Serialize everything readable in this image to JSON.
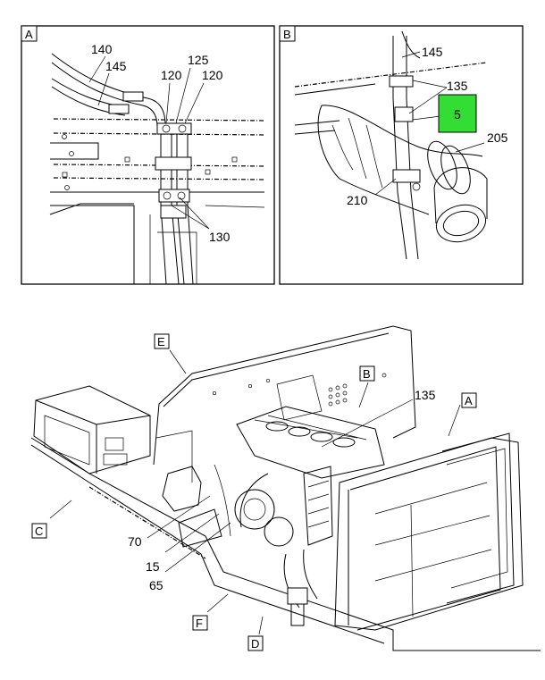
{
  "detail_a": {
    "letter": "A",
    "callouts": {
      "c140": "140",
      "c145": "145",
      "c120_left": "120",
      "c125": "125",
      "c120_right": "120",
      "c130": "130"
    }
  },
  "detail_b": {
    "letter": "B",
    "callouts": {
      "c145": "145",
      "c135": "135",
      "c5": "5",
      "c205": "205",
      "c210": "210"
    },
    "highlight_color": "#33dd33"
  },
  "main_view": {
    "view_refs": {
      "E": "E",
      "B": "B",
      "A": "A",
      "C": "C",
      "F": "F",
      "D": "D"
    },
    "callouts": {
      "c135": "135",
      "c70": "70",
      "c15": "15",
      "c65": "65"
    }
  }
}
